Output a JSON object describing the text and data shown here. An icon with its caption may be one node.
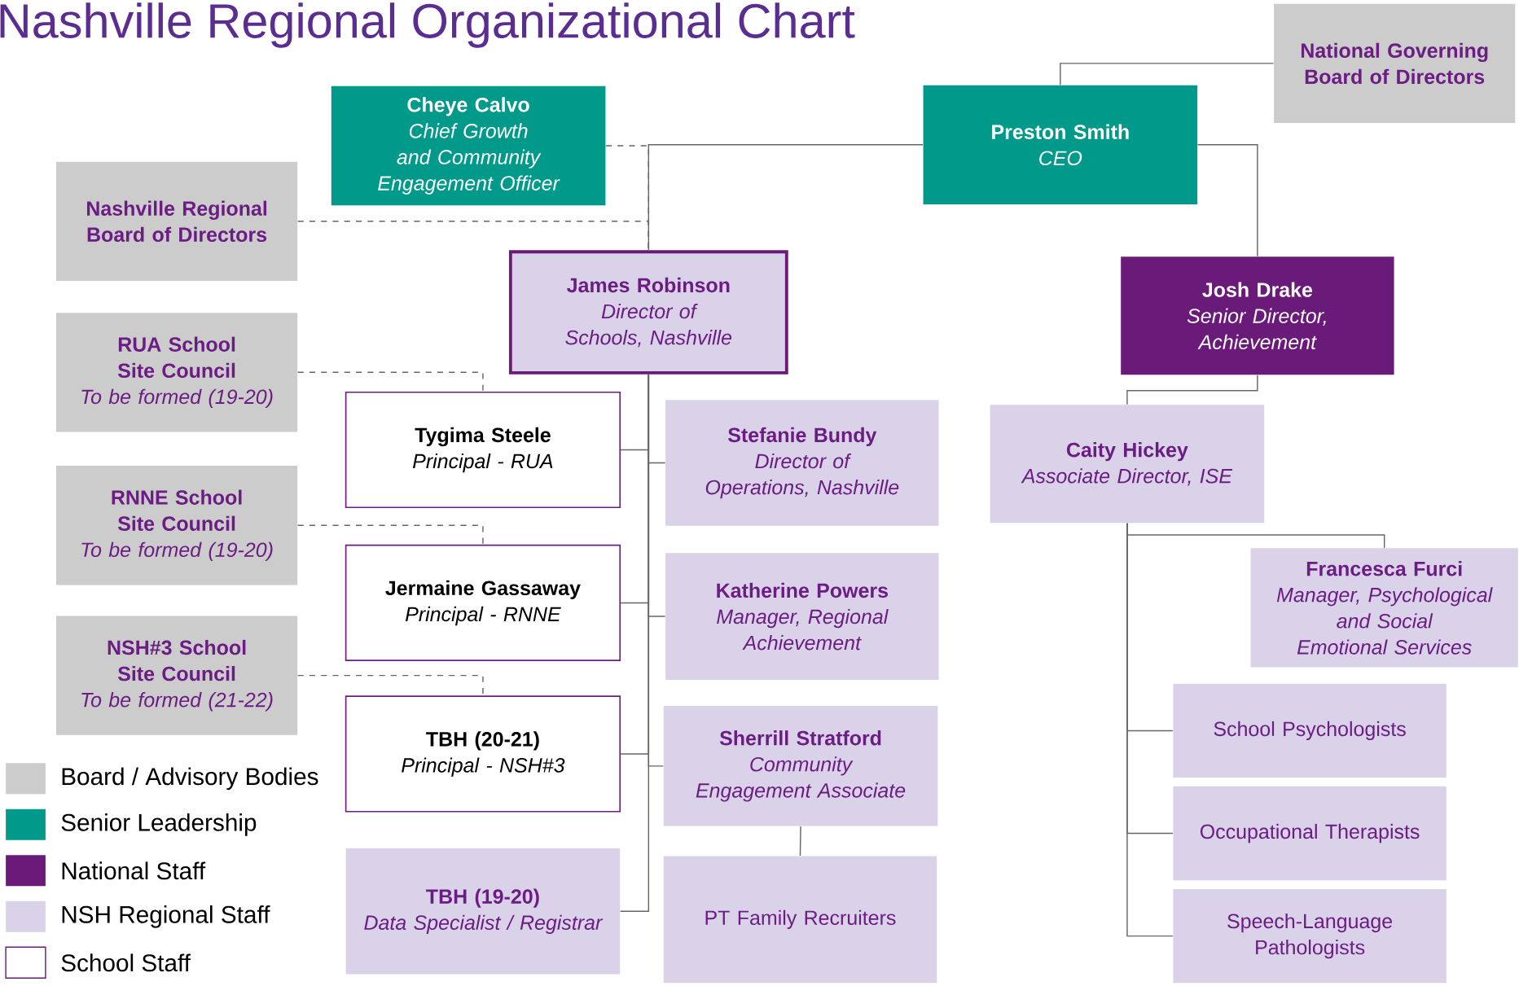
{
  "diagram": {
    "title": "Nashville Regional Organizational Chart",
    "nodes": [
      {
        "text": [
          "Cheye Calvo",
          "Chief Growth and Community Engagement Officer"
        ]
      },
      {
        "text": [
          "Preston Smith",
          "CEO"
        ]
      },
      {
        "text": [
          "National Governing Board of Directors"
        ]
      },
      {
        "text": [
          "Nashville Regional Board of Directors"
        ]
      },
      {
        "text": [
          "James Robinson",
          "Director of Schools, Nashville"
        ]
      },
      {
        "text": [
          "Josh Drake",
          "Senior Director, Achievement"
        ]
      },
      {
        "text": [
          "RUA School Site Council",
          "To be formed (19-20)"
        ]
      },
      {
        "text": [
          "Tygima Steele",
          "Principal - RUA"
        ]
      },
      {
        "text": [
          "Stefanie Bundy",
          "Director of Operations, Nashville"
        ]
      },
      {
        "text": [
          "Caity Hickey",
          "Associate Director, ISE"
        ]
      },
      {
        "text": [
          "RNNE School Site Council",
          "To be formed (19-20)"
        ]
      },
      {
        "text": [
          "Jermaine Gassaway",
          "Principal - RNNE"
        ]
      },
      {
        "text": [
          "Katherine Powers",
          "Manager, Regional Achievement"
        ]
      },
      {
        "text": [
          "Francesca Furci",
          "Manager, Psychological and Social Emotional Services"
        ]
      },
      {
        "text": [
          "NSH#3 School Site Council",
          "To be formed (21-22)"
        ]
      },
      {
        "text": [
          "TBH (20-21)",
          "Principal - NSH#3"
        ]
      },
      {
        "text": [
          "Sherrill Stratford",
          "Community Engagement Associate"
        ]
      },
      {
        "text": [
          "School Psychologists"
        ]
      },
      {
        "text": [
          "Occupational Therapists"
        ]
      },
      {
        "text": [
          "TBH (19-20)",
          "Data Specialist / Registrar"
        ]
      },
      {
        "text": [
          "PT Family Recruiters"
        ]
      },
      {
        "text": [
          "Speech-Language Pathologists"
        ]
      }
    ],
    "edges": [
      {
        "from": 2,
        "to": 1,
        "arrow": "none"
      },
      {
        "from": 1,
        "to": 4,
        "arrow": "none"
      },
      {
        "from": 0,
        "to": 4,
        "arrow": "none",
        "style": "dashed"
      },
      {
        "from": 3,
        "to": 4,
        "arrow": "none",
        "style": "dashed"
      },
      {
        "from": 1,
        "to": 5,
        "arrow": "none"
      },
      {
        "from": 4,
        "to": 7,
        "arrow": "none"
      },
      {
        "from": 4,
        "to": 11,
        "arrow": "none"
      },
      {
        "from": 4,
        "to": 15,
        "arrow": "none"
      },
      {
        "from": 4,
        "to": 19,
        "arrow": "none"
      },
      {
        "from": 4,
        "to": 8,
        "arrow": "none"
      },
      {
        "from": 4,
        "to": 12,
        "arrow": "none"
      },
      {
        "from": 4,
        "to": 16,
        "arrow": "none"
      },
      {
        "from": 6,
        "to": 7,
        "arrow": "none",
        "style": "dashed"
      },
      {
        "from": 10,
        "to": 11,
        "arrow": "none",
        "style": "dashed"
      },
      {
        "from": 14,
        "to": 15,
        "arrow": "none",
        "style": "dashed"
      },
      {
        "from": 16,
        "to": 20,
        "arrow": "none"
      },
      {
        "from": 5,
        "to": 9,
        "arrow": "none"
      },
      {
        "from": 9,
        "to": 13,
        "arrow": "none"
      },
      {
        "from": 9,
        "to": 17,
        "arrow": "none"
      },
      {
        "from": 9,
        "to": 18,
        "arrow": "none"
      },
      {
        "from": 9,
        "to": 21,
        "arrow": "none"
      }
    ],
    "legend": [
      {
        "text": "Board / Advisory Bodies",
        "color": "#cccccc"
      },
      {
        "text": "Senior Leadership",
        "color": "#00998a"
      },
      {
        "text": "National Staff",
        "color": "#6a1b7a"
      },
      {
        "text": "NSH Regional Staff",
        "color": "#d9d2e9"
      },
      {
        "text": "School Staff"
      }
    ]
  }
}
